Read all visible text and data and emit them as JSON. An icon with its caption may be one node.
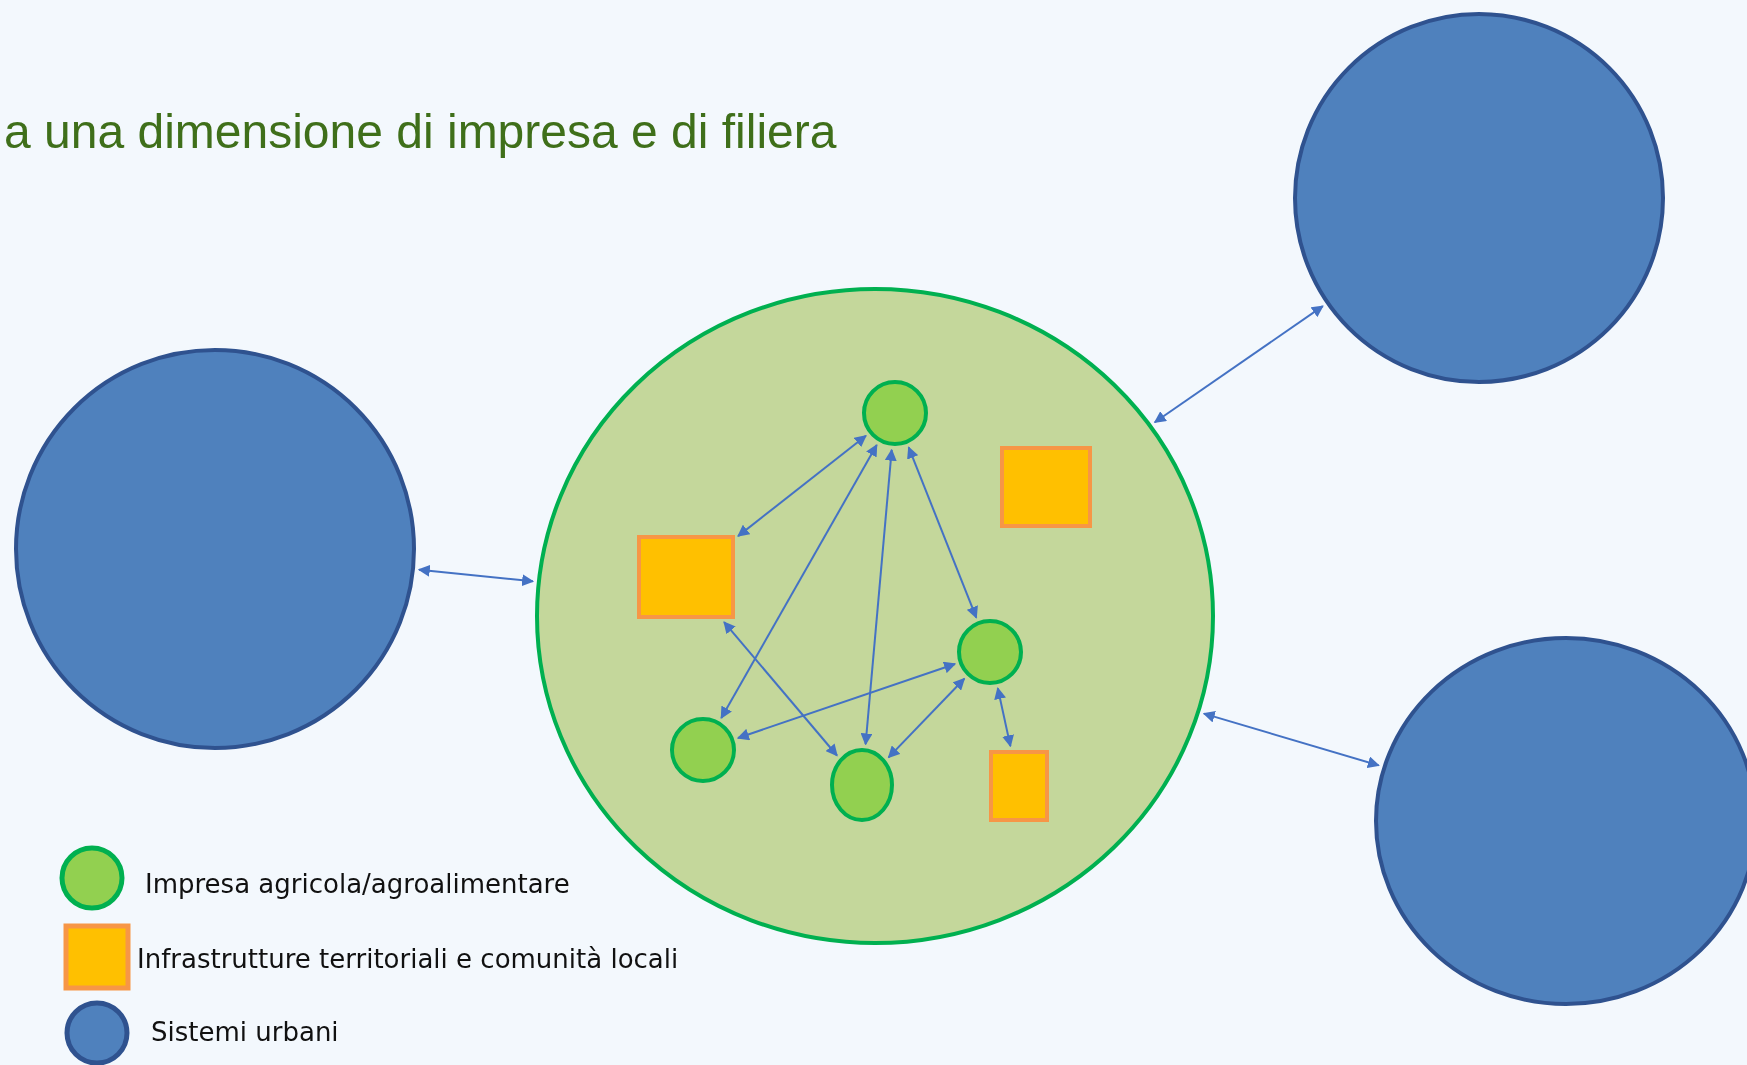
{
  "diagram": {
    "title": "a una dimensione di impresa e di filiera",
    "nodes": [
      {
        "text": [],
        "shape": "circle"
      },
      {
        "text": [],
        "shape": "circle"
      },
      {
        "text": [],
        "shape": "circle",
        "in": 1
      },
      {
        "text": [],
        "shape": "box",
        "in": 1
      },
      {
        "text": [],
        "shape": "box",
        "in": 1
      },
      {
        "text": [],
        "shape": "circle",
        "in": 1
      },
      {
        "text": [],
        "shape": "circle",
        "in": 1
      },
      {
        "text": [],
        "shape": "circle",
        "in": 1
      },
      {
        "text": [],
        "shape": "box",
        "in": 1
      },
      {
        "text": [],
        "shape": "circle"
      },
      {
        "text": [],
        "shape": "circle"
      }
    ],
    "edges": [
      {
        "from": 0,
        "to": 1,
        "arrow": "both"
      },
      {
        "from": 1,
        "to": 9,
        "arrow": "both"
      },
      {
        "from": 1,
        "to": 10,
        "arrow": "both"
      },
      {
        "from": 2,
        "to": 4,
        "arrow": "both"
      },
      {
        "from": 2,
        "to": 6,
        "arrow": "both"
      },
      {
        "from": 2,
        "to": 7,
        "arrow": "both"
      },
      {
        "from": 2,
        "to": 5,
        "arrow": "both"
      },
      {
        "from": 4,
        "to": 7,
        "arrow": "both"
      },
      {
        "from": 5,
        "to": 6,
        "arrow": "both"
      },
      {
        "from": 5,
        "to": 7,
        "arrow": "both"
      },
      {
        "from": 5,
        "to": 8,
        "arrow": "both"
      }
    ],
    "legend": [
      {
        "text": "Impresa agricola/agroalimentare"
      },
      {
        "text": "Infrastrutture territoriali e comunità locali"
      },
      {
        "text": "Sistemi urbani"
      }
    ]
  }
}
